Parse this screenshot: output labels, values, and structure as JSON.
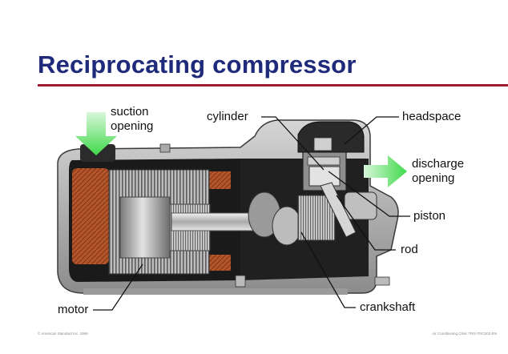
{
  "slide": {
    "title": "Reciprocating compressor",
    "footer_left": "© American Standard Inc. 1999",
    "footer_right": "Air Conditioning Clinic TRG-TRC002-EN"
  },
  "labels": {
    "suction_line1": "suction",
    "suction_line2": "opening",
    "cylinder": "cylinder",
    "headspace": "headspace",
    "discharge_line1": "discharge",
    "discharge_line2": "opening",
    "piston": "piston",
    "rod": "rod",
    "motor": "motor",
    "crankshaft": "crankshaft"
  },
  "colors": {
    "title": "#1f2a7a",
    "rule": "#9e1b32",
    "flow_arrow": "#3fd94a",
    "winding": "#b5562a",
    "casing": "#1a1a1a"
  }
}
